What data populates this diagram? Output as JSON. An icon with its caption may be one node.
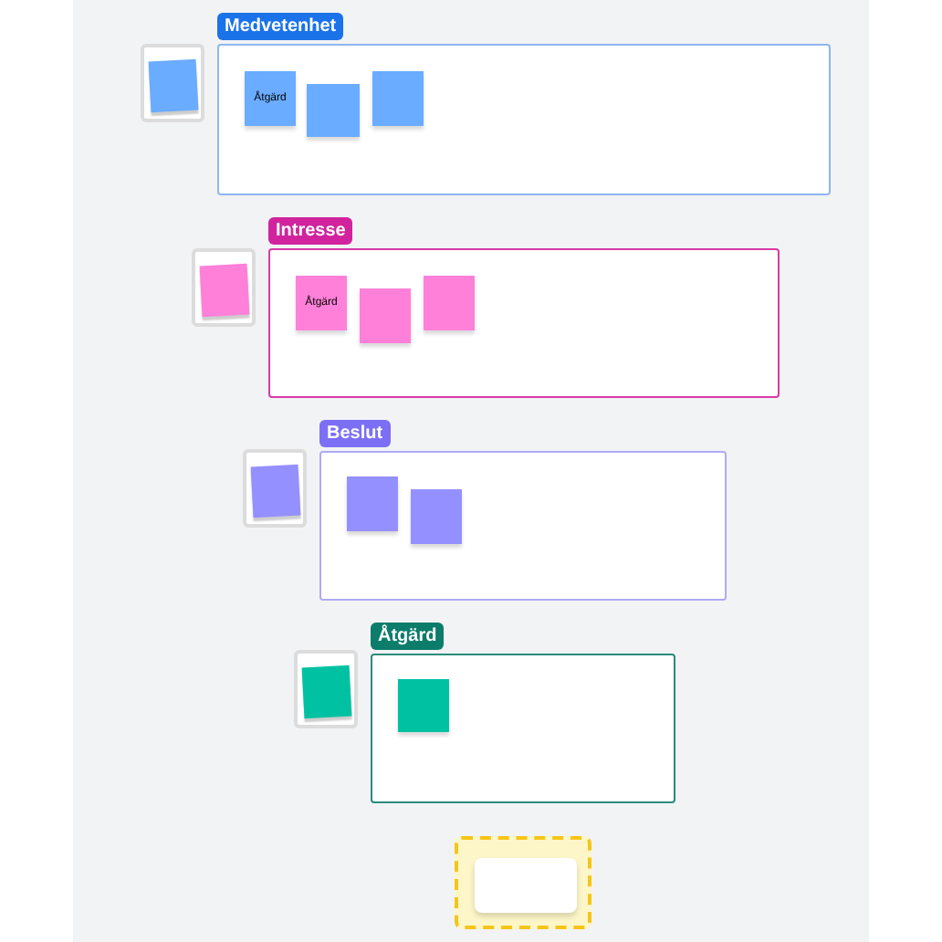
{
  "diagram": {
    "nodes": [
      {
        "text": [
          "Medvetenhet"
        ]
      },
      {
        "text": [
          "Åtgärd"
        ],
        "in": 0
      },
      {
        "text": [],
        "shape": "box",
        "in": 0
      },
      {
        "text": [],
        "shape": "box",
        "in": 0
      },
      {
        "text": [],
        "shape": "box"
      },
      {
        "text": [
          "Intresse"
        ]
      },
      {
        "text": [
          "Åtgärd"
        ],
        "in": 5
      },
      {
        "text": [],
        "shape": "box",
        "in": 5
      },
      {
        "text": [],
        "shape": "box",
        "in": 5
      },
      {
        "text": [],
        "shape": "box"
      },
      {
        "text": [
          "Beslut"
        ]
      },
      {
        "text": [],
        "shape": "box",
        "in": 10
      },
      {
        "text": [],
        "shape": "box",
        "in": 10
      },
      {
        "text": [],
        "shape": "box"
      },
      {
        "text": [
          "Åtgärd"
        ]
      },
      {
        "text": [],
        "shape": "box",
        "in": 14
      },
      {
        "text": [],
        "shape": "box"
      },
      {
        "text": [],
        "shape": "box"
      },
      {
        "text": [],
        "shape": "box",
        "in": 17
      }
    ]
  }
}
